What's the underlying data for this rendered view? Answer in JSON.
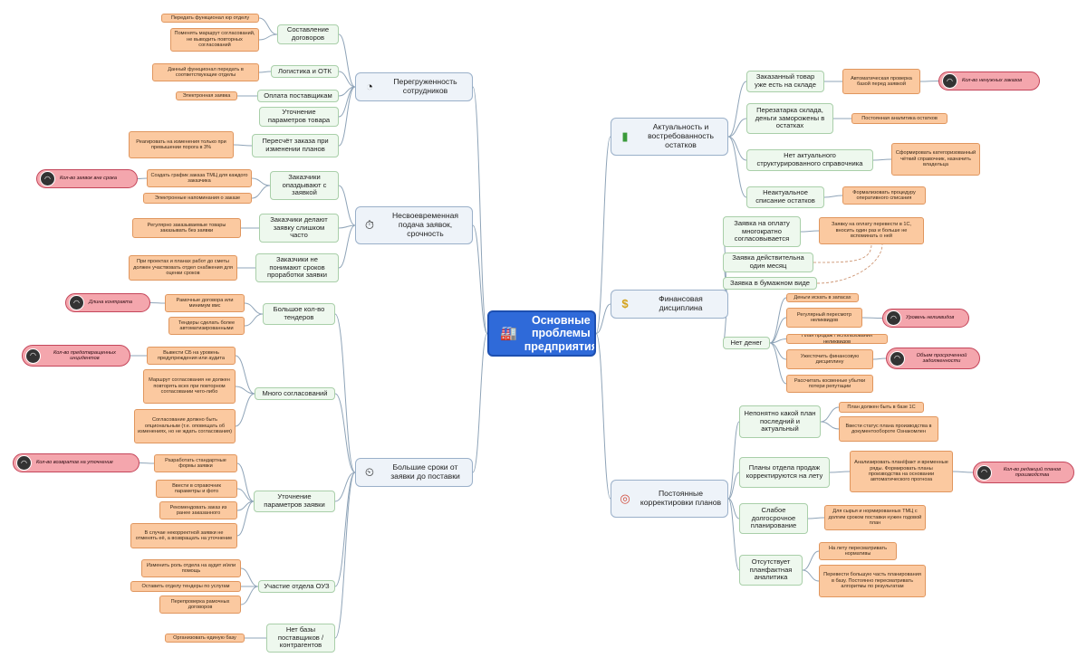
{
  "center": {
    "label": "Основные проблемы предприятия",
    "icon": "🏭"
  },
  "topics": [
    {
      "id": "t1",
      "label": "Перегруженность сотрудников",
      "icon": "◔",
      "icon_name": "gauge-icon"
    },
    {
      "id": "t2",
      "label": "Несвоевременная подача заявок, срочность",
      "icon": "⏱",
      "icon_name": "stopwatch-icon"
    },
    {
      "id": "t3",
      "label": "Большие сроки от заявки до поставки",
      "icon": "⏲",
      "icon_name": "clock-icon"
    },
    {
      "id": "t4",
      "label": "Актуальность и востребованность остатков",
      "icon": "▮",
      "icon_name": "bar-chart-icon"
    },
    {
      "id": "t5",
      "label": "Финансовая дисциплина",
      "icon": "$",
      "icon_name": "dollar-icon"
    },
    {
      "id": "t6",
      "label": "Постоянные корректировки планов",
      "icon": "◎",
      "icon_name": "target-icon"
    }
  ],
  "subs": [
    {
      "id": "s1",
      "label": "Составление договоров"
    },
    {
      "id": "s2",
      "label": "Логистика и ОТК"
    },
    {
      "id": "s3",
      "label": "Оплата поставщикам"
    },
    {
      "id": "s4",
      "label": "Уточнение параметров товара"
    },
    {
      "id": "s5",
      "label": "Пересчёт заказа при изменении планов"
    },
    {
      "id": "s6",
      "label": "Заказчики опаздывают с заявкой"
    },
    {
      "id": "s7",
      "label": "Заказчики делают заявку слишком часто"
    },
    {
      "id": "s8",
      "label": "Заказчики не понимают сроков проработки заявки"
    },
    {
      "id": "s9",
      "label": "Большое кол-во тендеров"
    },
    {
      "id": "s10",
      "label": "Много согласований"
    },
    {
      "id": "s11",
      "label": "Уточнение параметров заявки"
    },
    {
      "id": "s12",
      "label": "Участие отдела ОУЗ"
    },
    {
      "id": "s13",
      "label": "Нет базы поставщиков / контрагентов"
    },
    {
      "id": "s14",
      "label": "Заказанный товар уже есть на складе"
    },
    {
      "id": "s15",
      "label": "Перезатарка склада, деньги заморожены в остатках"
    },
    {
      "id": "s16",
      "label": "Нет актуального структурированного справочника"
    },
    {
      "id": "s17",
      "label": "Неактуальное списание остатков"
    },
    {
      "id": "s18",
      "label": "Заявка на оплату многократно согласовывается"
    },
    {
      "id": "s19",
      "label": "Заявка действительна один месяц"
    },
    {
      "id": "s20",
      "label": "Заявка в бумажном виде"
    },
    {
      "id": "s21",
      "label": "Нет денег"
    },
    {
      "id": "s22",
      "label": "Непонятно какой план последний и актуальный"
    },
    {
      "id": "s23",
      "label": "Планы отдела продаж корректируются на лету"
    },
    {
      "id": "s24",
      "label": "Слабое долгосрочное планирование"
    },
    {
      "id": "s25",
      "label": "Отсутствует планфактная аналитика"
    }
  ],
  "leaves": [
    {
      "id": "l1",
      "label": "Передать функционал юр отделу"
    },
    {
      "id": "l2",
      "label": "Поменять маршрут согласований, не выводить повторных согласований"
    },
    {
      "id": "l3",
      "label": "Данный функционал передать в соответствующие отделы"
    },
    {
      "id": "l4",
      "label": "Электронная заявка"
    },
    {
      "id": "l5",
      "label": "Реагировать на изменения только при превышении порога в 3%"
    },
    {
      "id": "l6",
      "label": "Создать график заказа ТМЦ для каждого заказчика"
    },
    {
      "id": "l7",
      "label": "Электронные напоминания о заказе"
    },
    {
      "id": "l8",
      "label": "Регулярно заказываемые товары заказывать без заявки"
    },
    {
      "id": "l9",
      "label": "При проектах и планах работ до сметы должен участвовать отдел снабжения для оценки сроков"
    },
    {
      "id": "l10",
      "label": "Рамочные договора или минимум вмс"
    },
    {
      "id": "l11",
      "label": "Тендеры сделать более автоматизированными"
    },
    {
      "id": "l12",
      "label": "Вывести СБ на уровень предупреждения или аудита"
    },
    {
      "id": "l13",
      "label": "Маршрут согласования не должен повторять всех при повторном согласовании чего-либо"
    },
    {
      "id": "l14",
      "label": "Согласование должно быть опциональным (т.е. оповещать об изменениях, но не ждать согласования)"
    },
    {
      "id": "l15",
      "label": "Разработать стандартные формы заявки"
    },
    {
      "id": "l16",
      "label": "Ввести в справочник параметры и фото"
    },
    {
      "id": "l17",
      "label": "Рекомендовать заказ из ранее заказанного"
    },
    {
      "id": "l18",
      "label": "В случае некорректной заявки не отменять её, а возвращать на уточнение"
    },
    {
      "id": "l19",
      "label": "Изменить роль отдела на аудит и/или помощь"
    },
    {
      "id": "l20",
      "label": "Оставить отделу тендеры по услугам"
    },
    {
      "id": "l21",
      "label": "Перепроверка рамочных договоров"
    },
    {
      "id": "l22",
      "label": "Организовать единую базу"
    },
    {
      "id": "l23",
      "label": "Автоматическая проверка базой перед заявкой"
    },
    {
      "id": "l24",
      "label": "Постоянная аналитика остатков"
    },
    {
      "id": "l25",
      "label": "Сформировать категоризованный чёткий справочник, назначить владельца"
    },
    {
      "id": "l26",
      "label": "Формализовать процедуру оперативного списания"
    },
    {
      "id": "l27",
      "label": "Заявку на оплату перевести в 1С, вносить один раз и больше не вспоминать о ней"
    },
    {
      "id": "l28",
      "label": "Деньги искать в запасах"
    },
    {
      "id": "l29",
      "label": "Регулярный пересмотр неликвидов"
    },
    {
      "id": "l30",
      "label": "План продаж / использования неликвидов"
    },
    {
      "id": "l31",
      "label": "Ужесточить финансовую дисциплину"
    },
    {
      "id": "l32",
      "label": "Рассчитать косвенные убытки потери репутации"
    },
    {
      "id": "l33",
      "label": "План должен быть в базе 1С"
    },
    {
      "id": "l34",
      "label": "Ввести статус плана производства в документообороте Ознакомлен"
    },
    {
      "id": "l35",
      "label": "Анализировать план/факт и временные ряды. Формировать планы производства на основании автоматического прогноза"
    },
    {
      "id": "l36",
      "label": "Для сырья и нормированных ТМЦ с долгим сроком поставки нужен годовой план"
    },
    {
      "id": "l37",
      "label": "На лету пересматривать нормативы"
    },
    {
      "id": "l38",
      "label": "Перевести большую часть планирования в базу. Постоянно пересматривать алгоритмы по результатам"
    }
  ],
  "kpis": [
    {
      "id": "k1",
      "label": "Кол-во заявок вне срока"
    },
    {
      "id": "k2",
      "label": "Длина контракта"
    },
    {
      "id": "k3",
      "label": "Кол-во предотвращенных инцидентов"
    },
    {
      "id": "k4",
      "label": "Кол-во возвратов на уточнение"
    },
    {
      "id": "k5",
      "label": "Кол-во ненужных заказов"
    },
    {
      "id": "k6",
      "label": "Уровень неликвидов"
    },
    {
      "id": "k7",
      "label": "Объем просроченной задолженности"
    },
    {
      "id": "k8",
      "label": "Кол-во редакций планов производства"
    }
  ],
  "colors": {
    "center": "#2f6ad9",
    "topic": "#eef3f9",
    "sub": "#eef8ee",
    "leaf": "#fbc9a0",
    "kpi": "#f4a6ad",
    "link": "#8fa4b8",
    "dashed": "#c88a64"
  }
}
